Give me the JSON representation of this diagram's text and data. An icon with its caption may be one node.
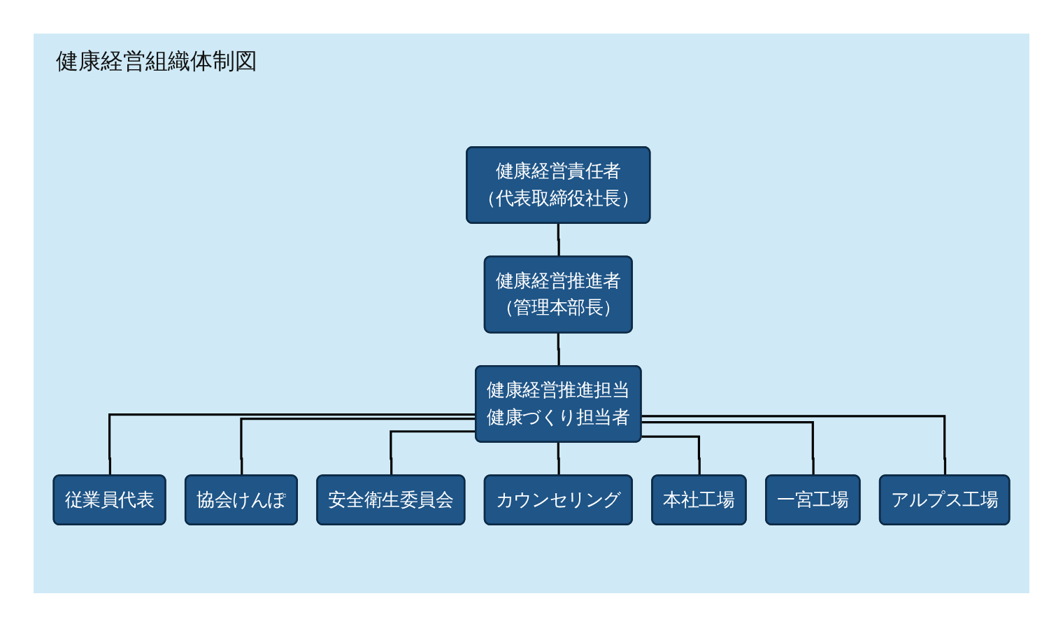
{
  "diagram": {
    "title": "健康経営組織体制図",
    "nodes": [
      {
        "text": [
          "健康経営責任者",
          "（代表取締役社長）"
        ]
      },
      {
        "text": [
          "健康経営推進者",
          "（管理本部長）"
        ]
      },
      {
        "text": [
          "健康経営推進担当",
          "健康づくり担当者"
        ]
      },
      {
        "text": [
          "従業員代表"
        ]
      },
      {
        "text": [
          "協会けんぽ"
        ]
      },
      {
        "text": [
          "安全衛生委員会"
        ]
      },
      {
        "text": [
          "カウンセリング"
        ]
      },
      {
        "text": [
          "本社工場"
        ]
      },
      {
        "text": [
          "一宮工場"
        ]
      },
      {
        "text": [
          "アルプス工場"
        ]
      }
    ],
    "edges": [
      {
        "from": 0,
        "to": 1,
        "arrow": "none"
      },
      {
        "from": 1,
        "to": 2,
        "arrow": "none"
      },
      {
        "from": 2,
        "to": 3,
        "arrow": "none"
      },
      {
        "from": 2,
        "to": 4,
        "arrow": "none"
      },
      {
        "from": 2,
        "to": 5,
        "arrow": "none"
      },
      {
        "from": 2,
        "to": 6,
        "arrow": "none"
      },
      {
        "from": 2,
        "to": 7,
        "arrow": "none"
      },
      {
        "from": 2,
        "to": 8,
        "arrow": "none"
      },
      {
        "from": 2,
        "to": 9,
        "arrow": "none"
      }
    ]
  }
}
